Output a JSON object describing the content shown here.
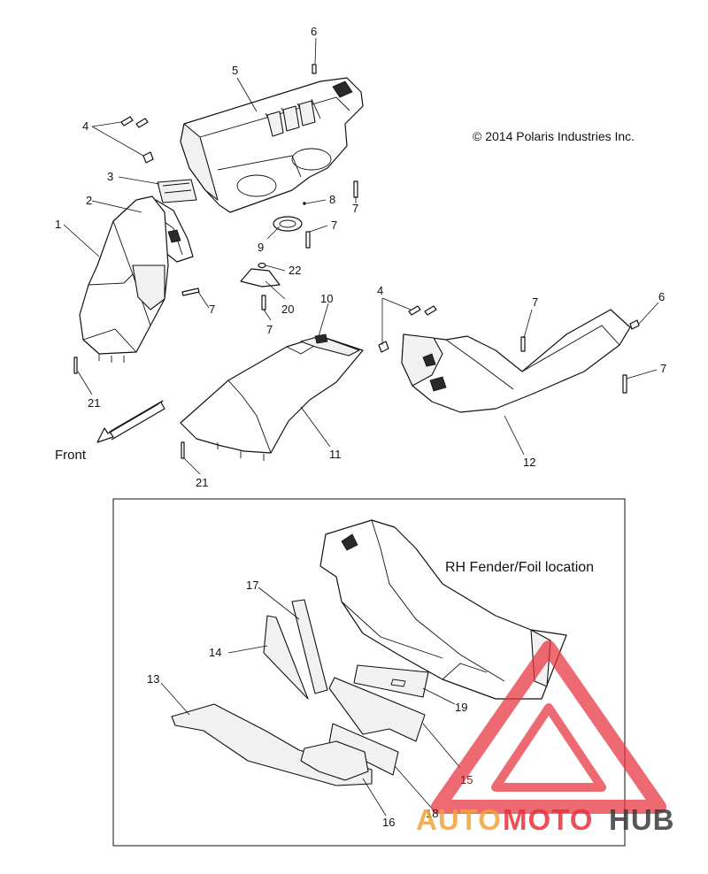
{
  "copyright": "© 2014 Polaris Industries Inc.",
  "front_label": "Front",
  "inset_title": "RH Fender/Foil location",
  "callouts": {
    "c1": "1",
    "c2": "2",
    "c3": "3",
    "c4a": "4",
    "c4b": "4",
    "c5": "5",
    "c6a": "6",
    "c6b": "6",
    "c7a": "7",
    "c7b": "7",
    "c7c": "7",
    "c7d": "7",
    "c7e": "7",
    "c7f": "7",
    "c8": "8",
    "c9": "9",
    "c10": "10",
    "c11": "11",
    "c12": "12",
    "c13": "13",
    "c14": "14",
    "c15": "15",
    "c16": "16",
    "c17": "17",
    "c18": "18",
    "c19": "19",
    "c20": "20",
    "c21a": "21",
    "c21b": "21",
    "c22": "22"
  },
  "watermark": {
    "part1": "AUTO",
    "part2": "MOTO",
    "part3": "HUB",
    "color_primary": "#e8323c",
    "color_secondary": "#f2a33a",
    "color_dark": "#3a3a3a"
  }
}
